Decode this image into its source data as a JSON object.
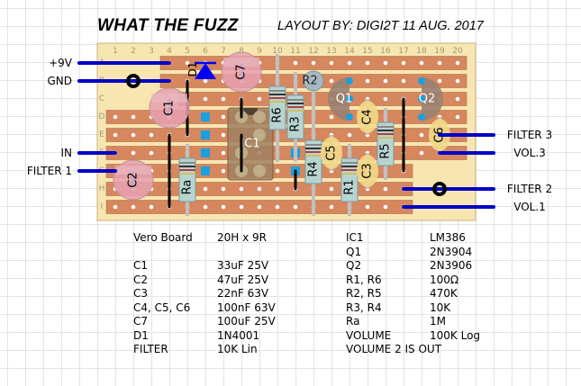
{
  "header": {
    "title": "WHAT THE FUZZ",
    "subtitle": "LAYOUT BY: DIGI2T 11 AUG. 2017"
  },
  "board": {
    "columns": [
      "1",
      "2",
      "3",
      "4",
      "5",
      "6",
      "7",
      "8",
      "9",
      "10",
      "11",
      "12",
      "13",
      "14",
      "15",
      "16",
      "17",
      "18",
      "19",
      "20"
    ],
    "rows": [
      "A",
      "B",
      "C",
      "D",
      "E",
      "F",
      "G",
      "H",
      "I"
    ],
    "colors": {
      "board": "#f8e6b0",
      "strip": "#d6875e",
      "hole": "#ffffff",
      "wire": "#0000c8",
      "link": "#000000",
      "diode": "#0000ff",
      "electrolytic": "#e8a0b0",
      "ceramic": "#f2d98a",
      "resistor": "#b8d4d0",
      "transistor": "#9a8070",
      "ic": "#a08060",
      "ic_pad": "#1aa0e0"
    },
    "strips": [
      {
        "row": "A",
        "from": 4,
        "to": 20
      },
      {
        "row": "B",
        "from": 4,
        "to": 20
      },
      {
        "row": "C",
        "from": 5,
        "to": 20
      },
      {
        "row": "D",
        "from": 1,
        "to": 20
      },
      {
        "row": "E",
        "from": 1,
        "to": 20
      },
      {
        "row": "F",
        "from": 1,
        "to": 20
      },
      {
        "row": "G",
        "from": 1,
        "to": 17
      },
      {
        "row": "H",
        "from": 1,
        "to": 17
      },
      {
        "row": "I",
        "from": 1,
        "to": 17
      }
    ],
    "offboard": [
      {
        "label": "+9V",
        "side": "left",
        "row": "A",
        "col": 4
      },
      {
        "label": "GND",
        "side": "left",
        "row": "B",
        "col": 4,
        "ring": true
      },
      {
        "label": "IN",
        "side": "left",
        "row": "F",
        "col": 1
      },
      {
        "label": "FILTER 1",
        "side": "left",
        "row": "G",
        "col": 1
      },
      {
        "label": "FILTER 3",
        "side": "right",
        "row": "E",
        "col": 19
      },
      {
        "label": "VOL.3",
        "side": "right",
        "row": "F",
        "col": 19
      },
      {
        "label": "FILTER 2",
        "side": "right",
        "row": "H",
        "col": 17,
        "ring": true
      },
      {
        "label": "VOL.1",
        "side": "right",
        "row": "I",
        "col": 17
      }
    ],
    "links": [
      {
        "col": 5,
        "from": "B",
        "to": "E"
      },
      {
        "col": 8,
        "from": "C",
        "to": "D"
      },
      {
        "col": 4,
        "from": "E",
        "to": "I"
      },
      {
        "col": 8,
        "from": "E",
        "to": "G"
      },
      {
        "col": 11,
        "from": "G",
        "to": "H"
      },
      {
        "col": 17,
        "from": "C",
        "to": "G"
      }
    ],
    "components": [
      {
        "ref": "D1",
        "type": "diode",
        "col": 6,
        "from": "A",
        "to": "B"
      },
      {
        "ref": "C7",
        "type": "electrolytic",
        "col": 8,
        "from": "A",
        "to": "B"
      },
      {
        "ref": "C1",
        "type": "electrolytic",
        "col": 4,
        "from": "C",
        "to": "D"
      },
      {
        "ref": "C2",
        "type": "electrolytic",
        "col": 2,
        "from": "G",
        "to": "H"
      },
      {
        "ref": "R2",
        "type": "resistor-v",
        "col": 12,
        "from": "B",
        "to": "C"
      },
      {
        "ref": "R6",
        "type": "resistor",
        "col": 10,
        "from": "A",
        "to": "F"
      },
      {
        "ref": "R3",
        "type": "resistor",
        "col": 11,
        "from": "B",
        "to": "F"
      },
      {
        "ref": "R4",
        "type": "resistor",
        "col": 12,
        "from": "D",
        "to": "I"
      },
      {
        "ref": "R1",
        "type": "resistor",
        "col": 14,
        "from": "F",
        "to": "I"
      },
      {
        "ref": "R5",
        "type": "resistor",
        "col": 16,
        "from": "D",
        "to": "G"
      },
      {
        "ref": "Ra",
        "type": "resistor",
        "col": 5,
        "from": "F",
        "to": "I"
      },
      {
        "ref": "C4",
        "type": "ceramic",
        "col": 15,
        "from": "C",
        "to": "E"
      },
      {
        "ref": "C5",
        "type": "ceramic",
        "col": 13,
        "from": "E",
        "to": "G"
      },
      {
        "ref": "C3",
        "type": "ceramic",
        "col": 15,
        "from": "F",
        "to": "H"
      },
      {
        "ref": "C6",
        "type": "ceramic",
        "col": 19,
        "from": "D",
        "to": "F"
      },
      {
        "ref": "Q1",
        "type": "transistor-left",
        "col": 14,
        "rows": [
          "B",
          "C",
          "D"
        ]
      },
      {
        "ref": "Q2",
        "type": "transistor-right",
        "col": 18,
        "rows": [
          "B",
          "C",
          "D"
        ]
      },
      {
        "ref": "IC1",
        "type": "ic",
        "cols": [
          7,
          10
        ],
        "rows": [
          "D",
          "G"
        ]
      }
    ]
  },
  "parts_list": {
    "left": [
      {
        "name": "Vero Board",
        "value": "20H x 9R"
      },
      {
        "name": "",
        "value": ""
      },
      {
        "name": "C1",
        "value": "33uF 25V"
      },
      {
        "name": "C2",
        "value": "47uF 25V"
      },
      {
        "name": "C3",
        "value": "22nF 63V"
      },
      {
        "name": "C4, C5, C6",
        "value": "100nF 63V"
      },
      {
        "name": "C7",
        "value": "100uF 25V"
      },
      {
        "name": "D1",
        "value": "1N4001"
      },
      {
        "name": "FILTER",
        "value": "10K Lin"
      }
    ],
    "right": [
      {
        "name": "IC1",
        "value": "LM386"
      },
      {
        "name": "Q1",
        "value": "2N3904"
      },
      {
        "name": "Q2",
        "value": "2N3906"
      },
      {
        "name": "R1, R6",
        "value": "100Ω"
      },
      {
        "name": "R2, R5",
        "value": "470K"
      },
      {
        "name": "R3, R4",
        "value": "10K"
      },
      {
        "name": "Ra",
        "value": "1M"
      },
      {
        "name": "VOLUME",
        "value": "100K Log"
      }
    ],
    "note": "VOLUME 2 IS OUT"
  }
}
